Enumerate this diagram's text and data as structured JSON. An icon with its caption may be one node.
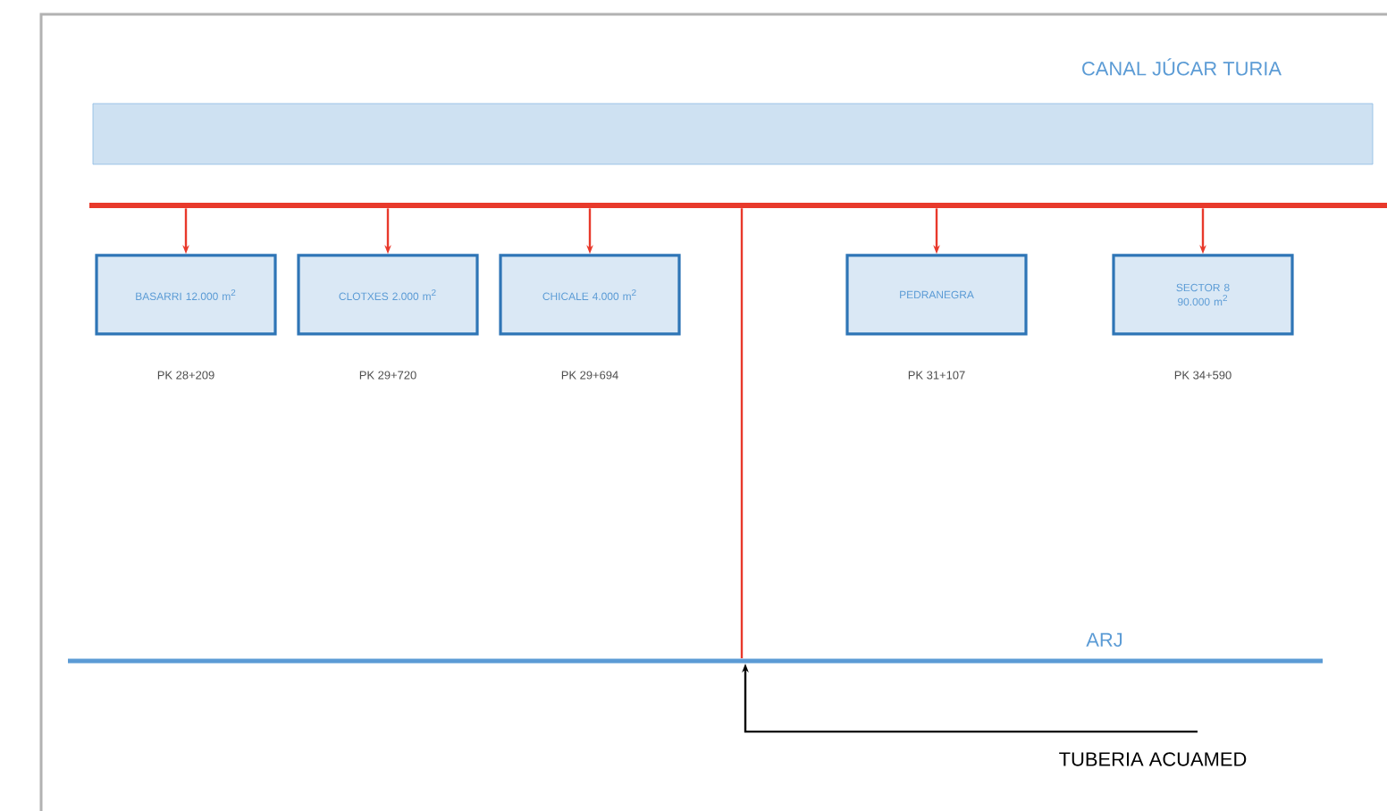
{
  "diagram": {
    "nodes": [
      {
        "text": [
          "CANAL JÚCAR TURIA"
        ]
      },
      {
        "text": [],
        "shape": "bar"
      },
      {
        "text": [
          "BASARRI 12.000 m$^{2}$"
        ],
        "beside": [
          "PK 28+209"
        ]
      },
      {
        "text": [
          "CLOTXES 2.000 m$^{2}$"
        ],
        "beside": [
          "PK 29+720"
        ]
      },
      {
        "text": [
          "CHICALE 4.000 m$^{2}$"
        ],
        "beside": [
          "PK 29+694"
        ]
      },
      {
        "text": [
          "PEDRANEGRA"
        ],
        "beside": [
          "PK 31+107"
        ]
      },
      {
        "text": [
          "SECTOR 8 90.000 m$^{2}$"
        ],
        "beside": [
          "PK 34+590"
        ]
      },
      {
        "text": [
          "ARJ"
        ]
      },
      {
        "text": [
          "TUBERIA ACUAMED"
        ]
      }
    ],
    "edges": [
      {
        "from": 1,
        "to": 2,
        "arrow": "to"
      },
      {
        "from": 1,
        "to": 3,
        "arrow": "to"
      },
      {
        "from": 1,
        "to": 4,
        "arrow": "to"
      },
      {
        "from": 1,
        "to": 5,
        "arrow": "to"
      },
      {
        "from": 1,
        "to": 6,
        "arrow": "to"
      },
      {
        "from": 1,
        "to": 7,
        "arrow": "none"
      },
      {
        "from": 8,
        "to": 7,
        "arrow": "to",
        "color": "#000000"
      }
    ]
  }
}
